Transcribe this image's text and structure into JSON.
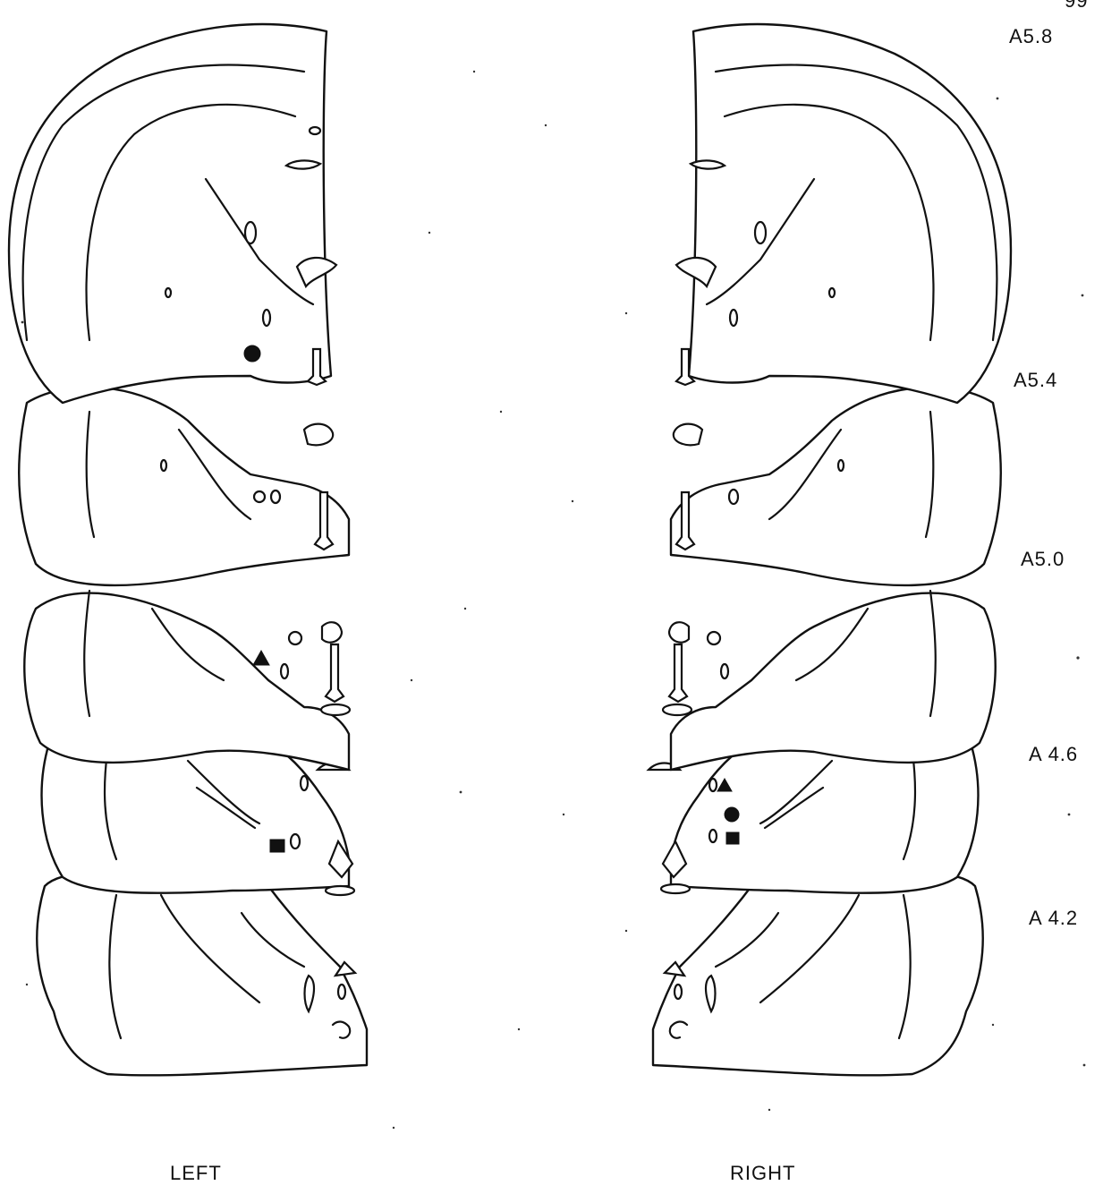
{
  "page_number": "99",
  "levels": [
    {
      "id": "a58",
      "label": "A5.8"
    },
    {
      "id": "a54",
      "label": "A5.4"
    },
    {
      "id": "a50",
      "label": "A5.0"
    },
    {
      "id": "a46",
      "label": "A 4.6"
    },
    {
      "id": "a42",
      "label": "A 4.2"
    }
  ],
  "sides": {
    "left": "LEFT",
    "right": "RIGHT"
  },
  "markers": {
    "left": [
      {
        "shape": "circle",
        "level": "A5.8"
      },
      {
        "shape": "triangle",
        "level": "A5.0"
      },
      {
        "shape": "square",
        "level": "A 4.6"
      }
    ],
    "right": [
      {
        "shape": "triangle",
        "level": "A 4.6"
      },
      {
        "shape": "circle",
        "level": "A 4.6"
      },
      {
        "shape": "square",
        "level": "A 4.6"
      }
    ]
  }
}
